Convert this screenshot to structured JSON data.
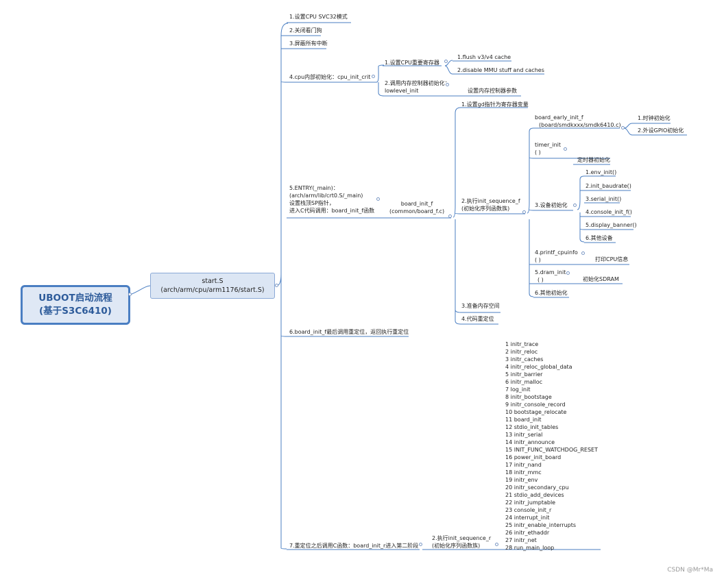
{
  "root": {
    "line1": "UBOOT启动流程",
    "line2": "(基于S3C6410)"
  },
  "main": {
    "line1": "start.S",
    "line2": "(arch/arm/cpu/arm1176/start.S)"
  },
  "steps": {
    "s1": "1.设置CPU SVC32模式",
    "s2": "2.关闭看门狗",
    "s3": "3.屏蔽所有中断",
    "s4": "4.cpu内部初始化：cpu_init_crit",
    "s4a": "1.设置CPU重要寄存器",
    "s4a1": "1.flush v3/v4 cache",
    "s4a2": "2.disable MMU stuff and caches",
    "s4b_1": "2.调用内存控制器初始化：",
    "s4b_2": "lowlevel_init",
    "s4b1": "设置内存控制器参数",
    "s5_1": "5.ENTRY(_main)：",
    "s5_2": "(arch/arm/lib/crt0.S/_main)",
    "s5_3": "设置栈顶SP指针，",
    "s5_4": "进入C代码调用：board_init_f函数",
    "bif_1": "board_init_f",
    "bif_2": "(common/board_f.c)",
    "b1": "1.设置gd指针为寄存器变量",
    "b2_1": "2.执行init_sequence_f",
    "b2_2": "(初始化序列函数族)",
    "be_1": "board_early_init_f",
    "be_2": "(board/smdkxxx/smdk6410.c)",
    "be1": "1.时钟初始化",
    "be2": "2.外设GPIO初始化",
    "ti_1": "timer_init",
    "ti_2": "( )",
    "ti1": "定时器初始化",
    "dev": "3.设备初始化",
    "d1": "1.env_init()",
    "d2": "2.init_baudrate()",
    "d3": "3.serial_init()",
    "d4": "4.console_init_f()",
    "d5": "5.display_banner()",
    "d6": "6.其他设备",
    "pc_1": "4.printf_cpuinfo",
    "pc_2": "( )",
    "pc1": "打印CPU信息",
    "dr_1": "5.dram_init",
    "dr_2": "( )",
    "dr1": "初始化SDRAM",
    "oth": "6.其他初始化",
    "b3": "3.准备内存空间",
    "b4": "4.代码重定位",
    "s6": "6.board_init_f最后调用重定位，返回执行重定位",
    "s7": "7.重定位之后调用C函数：board_init_r进入第二阶段",
    "ir_1": "2.执行init_sequence_r",
    "ir_2": "(初始化序列函数族)"
  },
  "init_r_list": [
    "1 initr_trace",
    "2 initr_reloc",
    "3 initr_caches",
    "4 initr_reloc_global_data",
    "5 initr_barrier",
    "6 initr_malloc",
    "7 log_init",
    "8 initr_bootstage",
    "9 initr_console_record",
    "10 bootstage_relocate",
    "11 board_init",
    "12 stdio_init_tables",
    "13 initr_serial",
    "14 initr_announce",
    "15 INIT_FUNC_WATCHDOG_RESET",
    "16 power_init_board",
    "17 initr_nand",
    "18 initr_mmc",
    "19 initr_env",
    "20 initr_secondary_cpu",
    "21 stdio_add_devices",
    "22 initr_jumptable",
    "23 console_init_r",
    "24 interrupt_init",
    "25 initr_enable_interrupts",
    "26 initr_ethaddr",
    "27 initr_net",
    "28 run_main_loop"
  ],
  "watermark": "CSDN @Mr*Ma",
  "colors": {
    "line": "#4a7ec2",
    "root_border": "#4a7ec2",
    "root_fill": "#dfe8f5",
    "main_fill": "#dce6f4"
  }
}
